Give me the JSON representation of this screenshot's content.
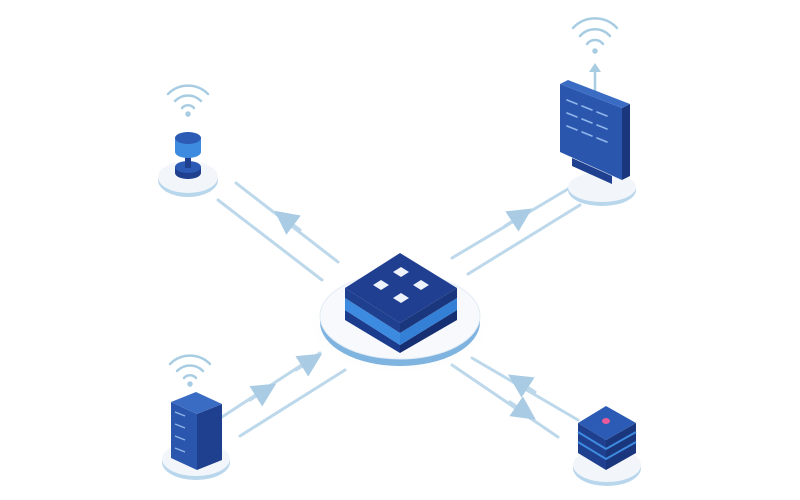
{
  "colors": {
    "background": "#ffffff",
    "dark_blue": "#1f3f8f",
    "mid_blue": "#2b5bb5",
    "accent_blue": "#3d8be0",
    "link_line": "#b9d6ea",
    "platform_edge": "#a9cfe8",
    "platform_top": "#f6f9fc",
    "indicator_pink": "#e85a9a",
    "chip_white": "#eef3fb"
  },
  "nodes": [
    {
      "id": "hub",
      "icon": "central-hub-icon"
    },
    {
      "id": "top-left",
      "icon": "iot-sensor-icon",
      "wireless": true
    },
    {
      "id": "top-right",
      "icon": "monitor-icon",
      "wireless": true
    },
    {
      "id": "bottom-left",
      "icon": "server-icon",
      "wireless": true
    },
    {
      "id": "bottom-right",
      "icon": "storage-stack-icon",
      "wireless": false
    }
  ]
}
